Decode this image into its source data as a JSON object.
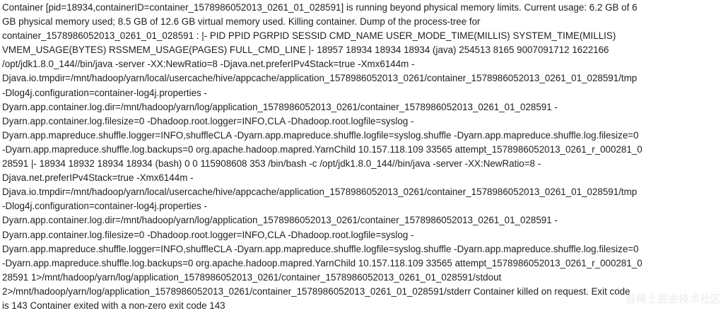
{
  "log": {
    "lines": [
      "Container [pid=18934,containerID=container_1578986052013_0261_01_028591] is running beyond physical memory limits. Current usage: 6.2 GB of 6",
      "GB physical memory used; 8.5 GB of 12.6 GB virtual memory used. Killing container. Dump of the process-tree for",
      "container_1578986052013_0261_01_028591 : |- PID PPID PGRPID SESSID CMD_NAME USER_MODE_TIME(MILLIS) SYSTEM_TIME(MILLIS)",
      "VMEM_USAGE(BYTES) RSSMEM_USAGE(PAGES) FULL_CMD_LINE |- 18957 18934 18934 18934 (java) 254513 8165 9007091712 1622166",
      "/opt/jdk1.8.0_144//bin/java -server -XX:NewRatio=8 -Djava.net.preferIPv4Stack=true -Xmx6144m -",
      "Djava.io.tmpdir=/mnt/hadoop/yarn/local/usercache/hive/appcache/application_1578986052013_0261/container_1578986052013_0261_01_028591/tmp",
      "-Dlog4j.configuration=container-log4j.properties -",
      "Dyarn.app.container.log.dir=/mnt/hadoop/yarn/log/application_1578986052013_0261/container_1578986052013_0261_01_028591 -",
      "Dyarn.app.container.log.filesize=0 -Dhadoop.root.logger=INFO,CLA -Dhadoop.root.logfile=syslog -",
      "Dyarn.app.mapreduce.shuffle.logger=INFO,shuffleCLA -Dyarn.app.mapreduce.shuffle.logfile=syslog.shuffle -Dyarn.app.mapreduce.shuffle.log.filesize=0",
      "-Dyarn.app.mapreduce.shuffle.log.backups=0 org.apache.hadoop.mapred.YarnChild 10.157.118.109 33565 attempt_1578986052013_0261_r_000281_0",
      "28591 |- 18934 18932 18934 18934 (bash) 0 0 115908608 353 /bin/bash -c /opt/jdk1.8.0_144//bin/java -server -XX:NewRatio=8 -",
      "Djava.net.preferIPv4Stack=true -Xmx6144m -",
      "Djava.io.tmpdir=/mnt/hadoop/yarn/local/usercache/hive/appcache/application_1578986052013_0261/container_1578986052013_0261_01_028591/tmp",
      "-Dlog4j.configuration=container-log4j.properties -",
      "Dyarn.app.container.log.dir=/mnt/hadoop/yarn/log/application_1578986052013_0261/container_1578986052013_0261_01_028591 -",
      "Dyarn.app.container.log.filesize=0 -Dhadoop.root.logger=INFO,CLA -Dhadoop.root.logfile=syslog -",
      "Dyarn.app.mapreduce.shuffle.logger=INFO,shuffleCLA -Dyarn.app.mapreduce.shuffle.logfile=syslog.shuffle -Dyarn.app.mapreduce.shuffle.log.filesize=0",
      "-Dyarn.app.mapreduce.shuffle.log.backups=0 org.apache.hadoop.mapred.YarnChild 10.157.118.109 33565 attempt_1578986052013_0261_r_000281_0",
      "28591 1>/mnt/hadoop/yarn/log/application_1578986052013_0261/container_1578986052013_0261_01_028591/stdout",
      "2>/mnt/hadoop/yarn/log/application_1578986052013_0261/container_1578986052013_0261_01_028591/stderr Container killed on request. Exit code",
      "is 143 Container exited with a non-zero exit code 143"
    ]
  },
  "watermark": {
    "text": "@稀土掘金技术社区"
  }
}
